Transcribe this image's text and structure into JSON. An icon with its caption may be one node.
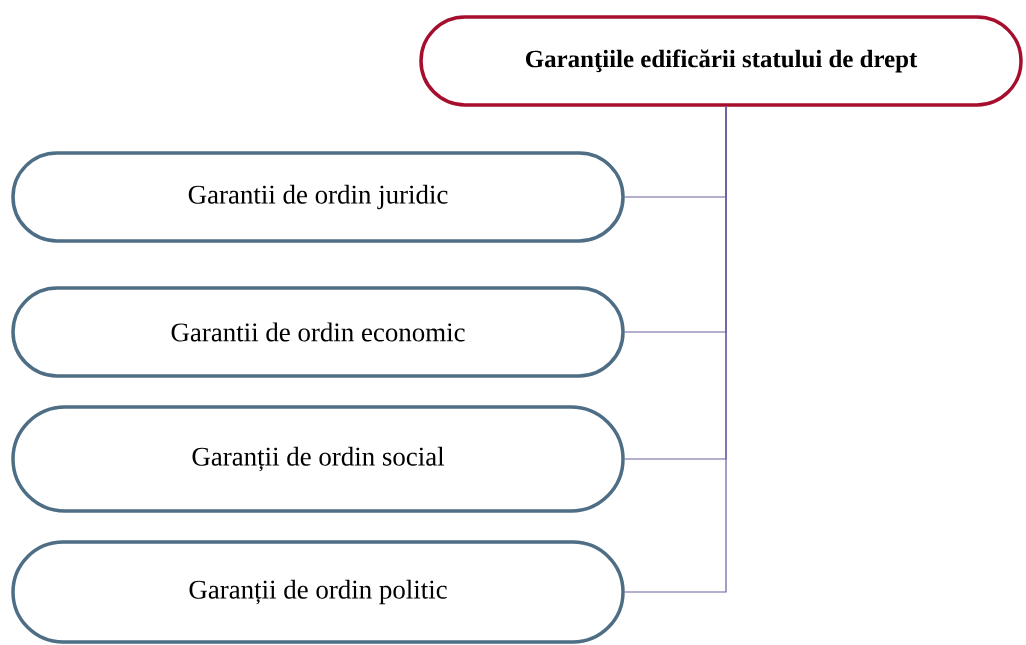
{
  "diagram": {
    "nodes": [
      {
        "text": [
          "Garanţiile edificării statului de drept"
        ]
      },
      {
        "text": [
          "Garantii de ordin juridic"
        ]
      },
      {
        "text": [
          "Garantii de ordin economic"
        ]
      },
      {
        "text": [
          "Garanții de ordin social"
        ]
      },
      {
        "text": [
          "Garanții de ordin politic"
        ]
      }
    ],
    "edges": [
      {
        "from": 0,
        "to": 1,
        "arrow": "none"
      },
      {
        "from": 0,
        "to": 2,
        "arrow": "none"
      },
      {
        "from": 0,
        "to": 3,
        "arrow": "none"
      },
      {
        "from": 0,
        "to": 4,
        "arrow": "none"
      }
    ]
  }
}
